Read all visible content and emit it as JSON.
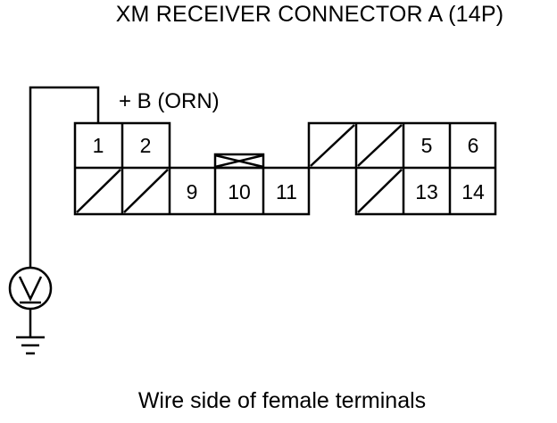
{
  "title": "XM RECEIVER CONNECTOR A (14P)",
  "wire_label": "+ B (ORN)",
  "caption": "Wire side of female terminals",
  "connector": {
    "top_row": [
      {
        "id": "1",
        "label": "1"
      },
      {
        "id": "2",
        "label": "2"
      },
      {
        "id": "3",
        "label": ""
      },
      {
        "id": "4",
        "label": ""
      },
      {
        "id": "5",
        "label": "5"
      },
      {
        "id": "6",
        "label": "6"
      }
    ],
    "bottom_row": [
      {
        "id": "7",
        "label": ""
      },
      {
        "id": "8",
        "label": ""
      },
      {
        "id": "9",
        "label": "9"
      },
      {
        "id": "10",
        "label": "10"
      },
      {
        "id": "11",
        "label": "11"
      },
      {
        "id": "12",
        "label": ""
      },
      {
        "id": "13",
        "label": "13"
      },
      {
        "id": "14",
        "label": "14"
      }
    ]
  },
  "symbols": [
    "voltmeter-icon",
    "ground-icon"
  ]
}
